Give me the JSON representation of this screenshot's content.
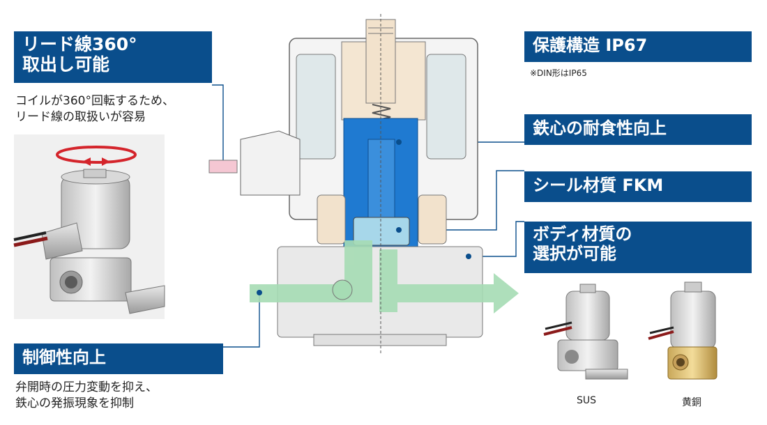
{
  "features": {
    "lead_wire": {
      "title_line1": "リード線360°",
      "title_line2": "取出し可能",
      "desc_line1": "コイルが360°回転するため、",
      "desc_line2": "リード線の取扱いが容易"
    },
    "protection": {
      "title": "保護構造 IP67",
      "note": "※DIN形はIP65"
    },
    "core": {
      "title": "鉄心の耐食性向上"
    },
    "seal": {
      "title": "シール材質 FKM"
    },
    "body": {
      "title_line1": "ボディ材質の",
      "title_line2": "選択が可能"
    },
    "control": {
      "title": "制御性向上",
      "desc_line1": "弁開時の圧力変動を抑え、",
      "desc_line2": "鉄心の発振現象を抑制"
    }
  },
  "variants": {
    "sus_label": "SUS",
    "brass_label": "黄銅"
  },
  "colors": {
    "label_bg": "#0a4e8c",
    "leader": "#0a4e8c",
    "core_blue": "#1f7ad1",
    "flow_green": "#a6dcb4",
    "seal_light_blue": "#a7d7ea"
  }
}
